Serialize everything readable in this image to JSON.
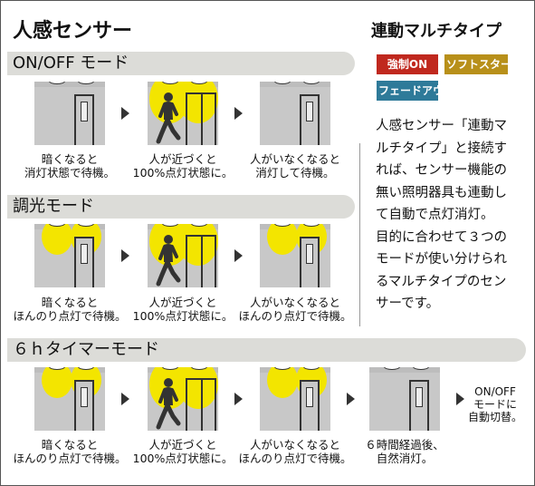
{
  "header": {
    "title": "人感センサー",
    "subtitle": "連動マルチタイプ"
  },
  "badges": [
    {
      "label": "強制ON",
      "color": "#c0281e"
    },
    {
      "label": "ソフトスタート",
      "color": "#b8901a"
    },
    {
      "label": "フェードアウト",
      "color": "#2e7a99"
    }
  ],
  "description": [
    "人感センサー「連動マ",
    "ルチタイプ」と接続す",
    "れば、センサー機能の",
    "無い照明器具も連動し",
    "て自動で点灯消灯。",
    "目的に合わせて３つの",
    "モードが使い分けられ",
    "るマルチタイプのセン",
    "サーです。"
  ],
  "modes": [
    {
      "label": "ON/OFF モード",
      "steps": [
        {
          "caption": [
            "暗くなると",
            "消灯状態で待機。"
          ],
          "light": "off",
          "person": false
        },
        {
          "caption": [
            "人が近づくと",
            "100%点灯状態に。"
          ],
          "light": "full",
          "person": true
        },
        {
          "caption": [
            "人がいなくなると",
            "消灯して待機。"
          ],
          "light": "off",
          "person": false
        }
      ]
    },
    {
      "label": "調光モード",
      "steps": [
        {
          "caption": [
            "暗くなると",
            "ほんのり点灯で待機。"
          ],
          "light": "dim",
          "person": false
        },
        {
          "caption": [
            "人が近づくと",
            "100%点灯状態に。"
          ],
          "light": "full",
          "person": true
        },
        {
          "caption": [
            "人がいなくなると",
            "ほんのり点灯で待機。"
          ],
          "light": "dim",
          "person": false
        }
      ]
    },
    {
      "label": "６ｈタイマーモード",
      "steps": [
        {
          "caption": [
            "暗くなると",
            "ほんのり点灯で待機。"
          ],
          "light": "dim",
          "person": false
        },
        {
          "caption": [
            "人が近づくと",
            "100%点灯状態に。"
          ],
          "light": "full",
          "person": true
        },
        {
          "caption": [
            "人がいなくなると",
            "ほんのり点灯で待機。"
          ],
          "light": "dim",
          "person": false
        },
        {
          "caption": [
            "６時間経過後、",
            "自然消灯。"
          ],
          "light": "off",
          "person": false
        }
      ],
      "note": [
        "ON/OFF",
        "モードに",
        "自動切替。"
      ]
    }
  ]
}
